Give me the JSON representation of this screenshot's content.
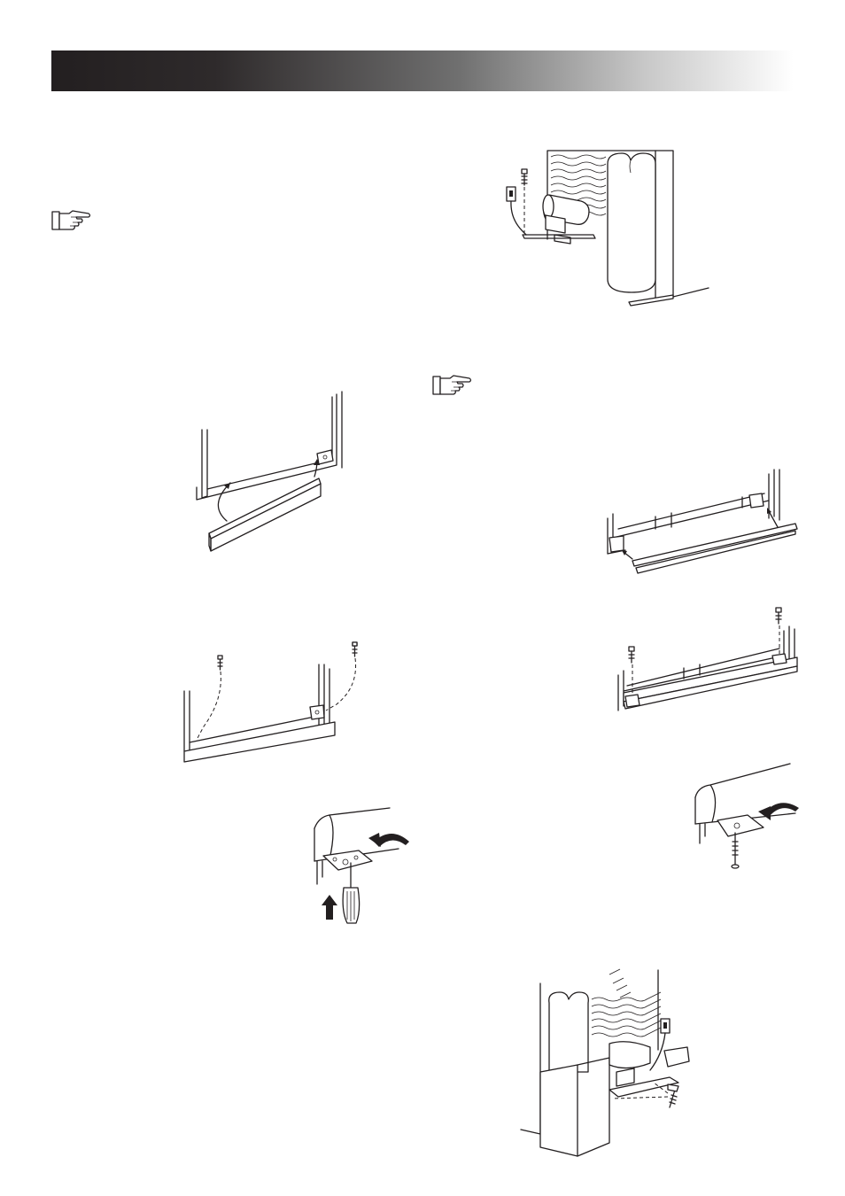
{
  "header": {
    "title": "",
    "accent": "#231f20"
  },
  "icons": [
    "pointing-hand-icon",
    "pointing-hand-icon"
  ],
  "figures": [
    "back-drain-cable-assembly",
    "lower-rail-fitting",
    "rail-screw-fastening",
    "bracket-screwdriver-fastening",
    "right-rail-fitting",
    "right-rail-screw-fastening",
    "right-bracket-screw-fastening",
    "side-panel-screw-fastening"
  ]
}
